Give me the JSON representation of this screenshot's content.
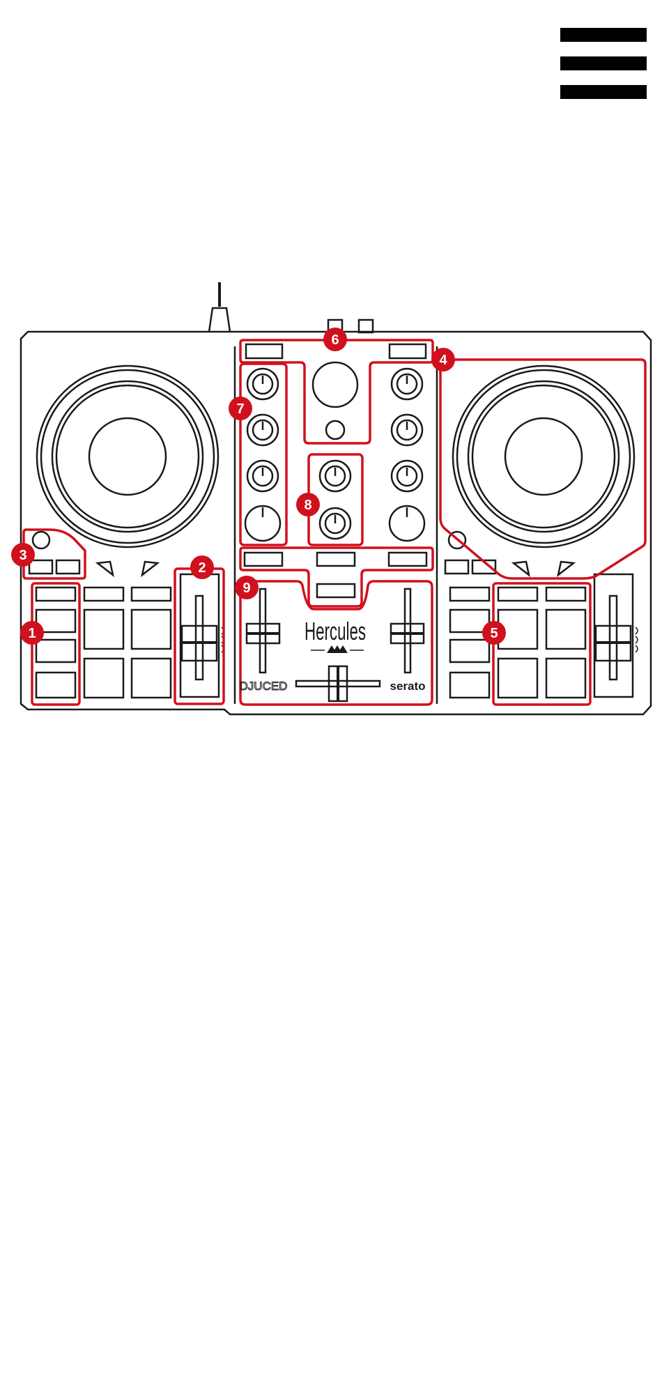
{
  "header": {
    "menu_icon": "hamburger-menu-icon"
  },
  "colors": {
    "outline": "#1a1a1a",
    "highlight": "#d0111d",
    "background": "#ffffff"
  },
  "device": {
    "brand_logo": "Hercules",
    "left_logo": "DJUCED",
    "right_logo": "serato"
  },
  "callouts": [
    {
      "label": "1"
    },
    {
      "label": "2"
    },
    {
      "label": "3"
    },
    {
      "label": "4"
    },
    {
      "label": "5"
    },
    {
      "label": "6"
    },
    {
      "label": "7"
    },
    {
      "label": "8"
    },
    {
      "label": "9"
    }
  ]
}
